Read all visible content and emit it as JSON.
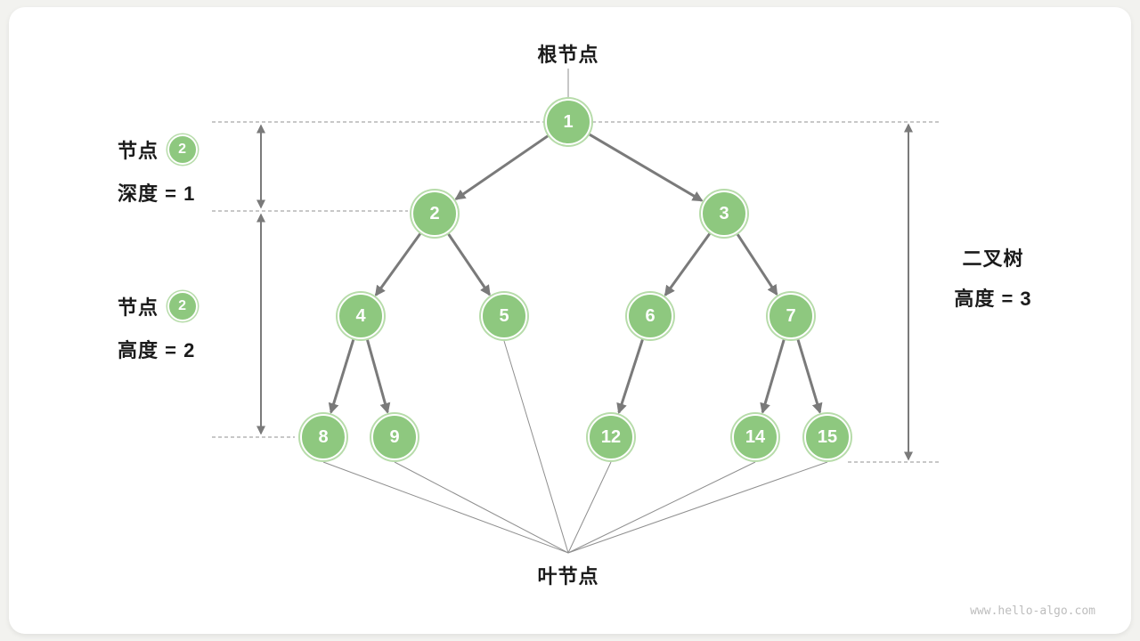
{
  "colors": {
    "node_green": "#8ec87f",
    "node_ring": "#b7dcaa",
    "edge_gray": "#7a7a7a",
    "dash_gray": "#a8a8a8",
    "thin_gray": "#8f8f8f",
    "text_dark": "#1b1b1b",
    "watermark_gray": "#bdbdbd",
    "bg_gray": "#f2f2ef",
    "card_white": "#ffffff"
  },
  "labels": {
    "root_pointer": "根节点",
    "leaf_pointer": "叶节点",
    "node_word": "节点",
    "depth_badge_value": "2",
    "depth_text": "深度 = 1",
    "height_badge_value": "2",
    "height_text": "高度 = 2",
    "tree_title": "二叉树",
    "tree_height_text": "高度 = 3"
  },
  "tree": {
    "nodes": [
      {
        "value": "1"
      },
      {
        "value": "2"
      },
      {
        "value": "3"
      },
      {
        "value": "4"
      },
      {
        "value": "5"
      },
      {
        "value": "6"
      },
      {
        "value": "7"
      },
      {
        "value": "8"
      },
      {
        "value": "9"
      },
      {
        "value": "12"
      },
      {
        "value": "14"
      },
      {
        "value": "15"
      }
    ],
    "edges": [
      [
        "1",
        "2"
      ],
      [
        "1",
        "3"
      ],
      [
        "2",
        "4"
      ],
      [
        "2",
        "5"
      ],
      [
        "3",
        "6"
      ],
      [
        "3",
        "7"
      ],
      [
        "4",
        "8"
      ],
      [
        "4",
        "9"
      ],
      [
        "6",
        "12"
      ],
      [
        "7",
        "14"
      ],
      [
        "7",
        "15"
      ]
    ],
    "leaves": [
      "8",
      "9",
      "5",
      "12",
      "14",
      "15"
    ]
  },
  "page": {
    "watermark": "www.hello-algo.com"
  }
}
